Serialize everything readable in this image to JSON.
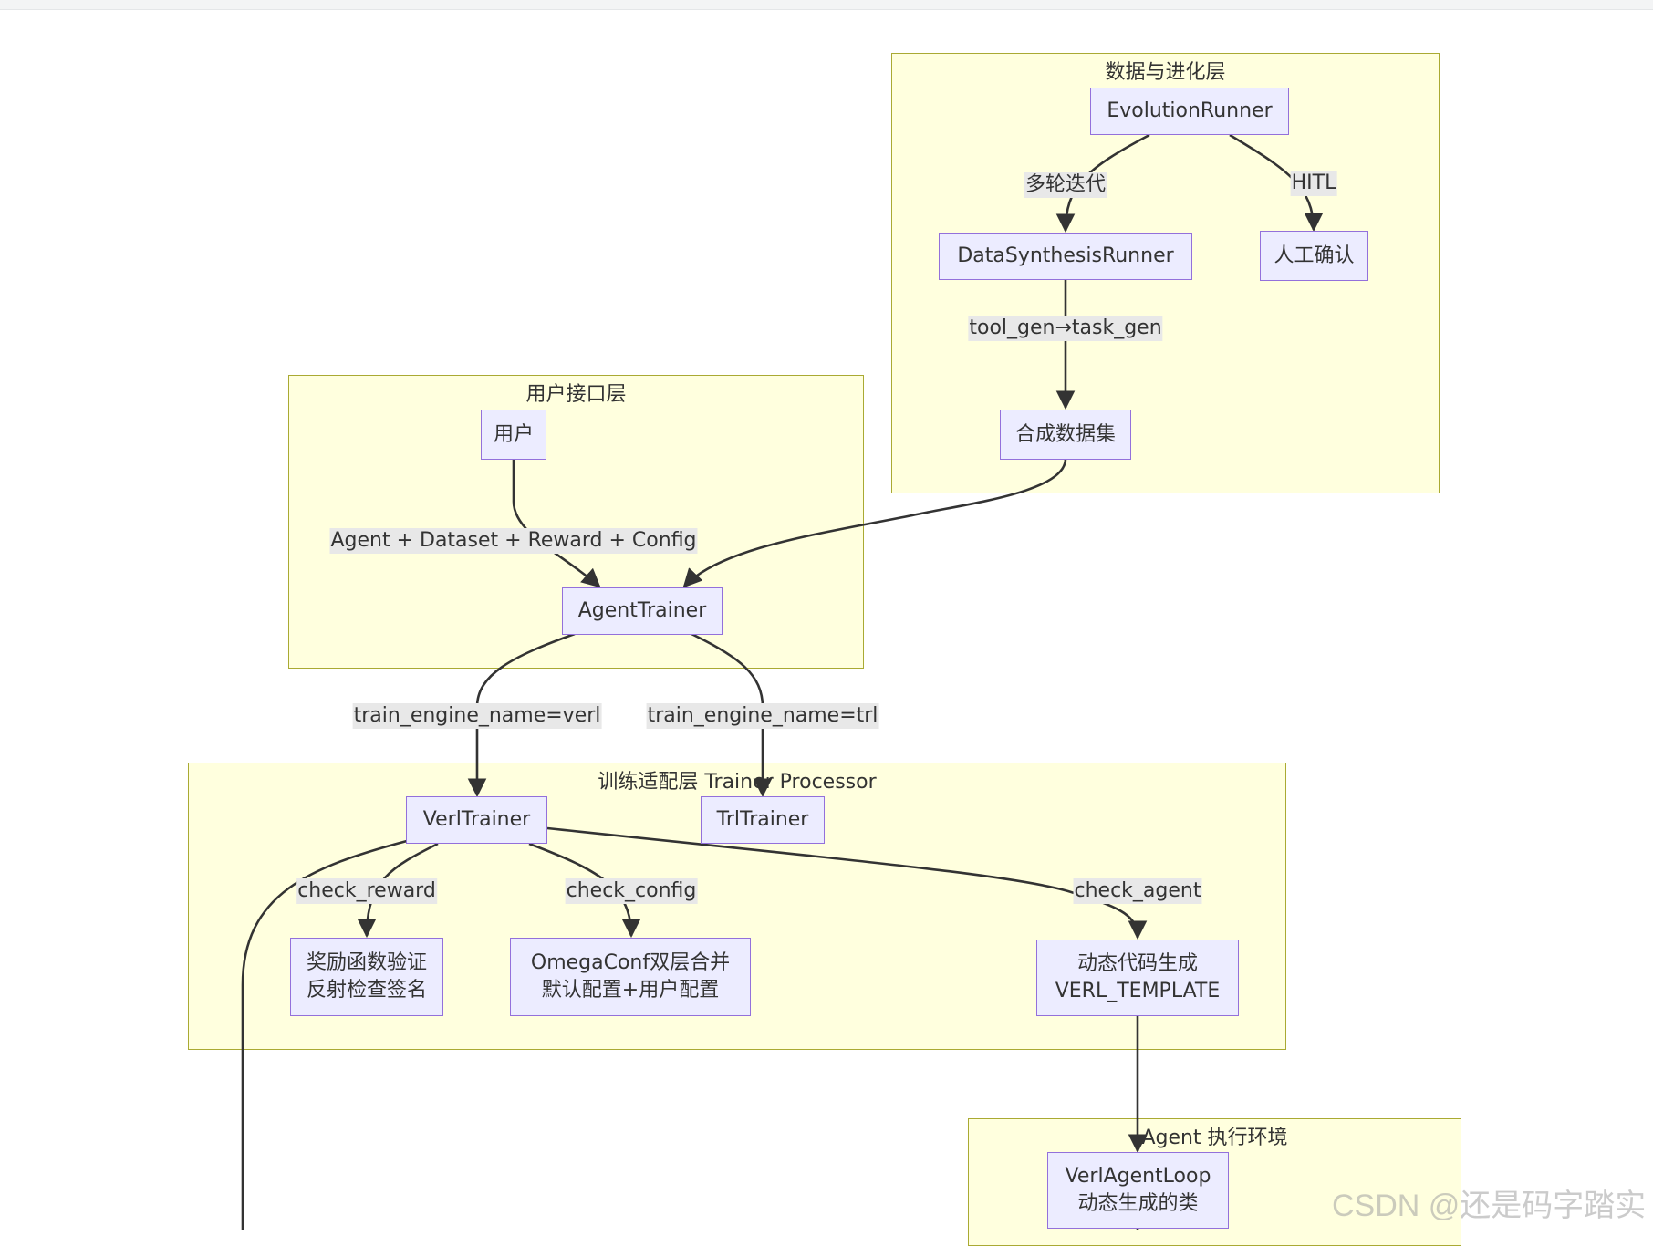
{
  "clusters": {
    "data_evolution": "数据与进化层",
    "user_interface": "用户接口层",
    "trainer_adapter": "训练适配层 Trainer Processor",
    "agent_env": "Agent 执行环境"
  },
  "nodes": {
    "evolution_runner": "EvolutionRunner",
    "data_synthesis_runner": "DataSynthesisRunner",
    "human_confirm": "人工确认",
    "synthetic_dataset": "合成数据集",
    "user": "用户",
    "agent_trainer": "AgentTrainer",
    "verl_trainer": "VerlTrainer",
    "trl_trainer": "TrlTrainer",
    "reward_check": "奖励函数验证\n反射检查签名",
    "omegaconf_merge": "OmegaConf双层合并\n默认配置+用户配置",
    "dynamic_codegen": "动态代码生成\nVERL_TEMPLATE",
    "verl_agent_loop": "VerlAgentLoop\n动态生成的类"
  },
  "edge_labels": {
    "multi_round": "多轮迭代",
    "hitl": "HITL",
    "tool_task_gen": "tool_gen→task_gen",
    "inputs": "Agent + Dataset + Reward + Config",
    "engine_verl": "train_engine_name=verl",
    "engine_trl": "train_engine_name=trl",
    "check_reward": "check_reward",
    "check_config": "check_config",
    "check_agent": "check_agent"
  },
  "watermark": "CSDN @还是码字踏实",
  "colors": {
    "cluster_fill": "#ffffde",
    "cluster_border": "#aaaa33",
    "node_fill": "#ececff",
    "node_border": "#9370db",
    "edge": "#333333",
    "edge_label_bg": "#e8e8e8"
  }
}
